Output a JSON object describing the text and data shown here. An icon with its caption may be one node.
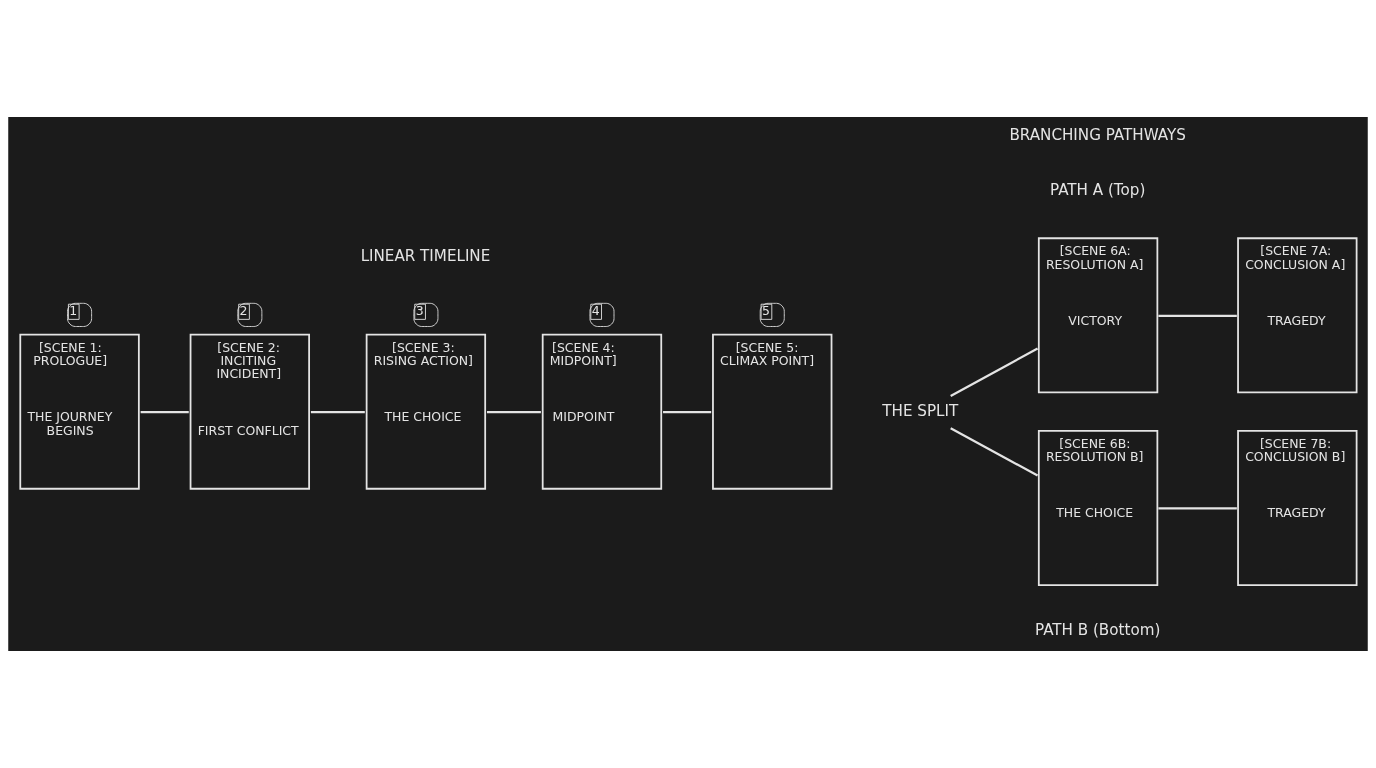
{
  "diagram": {
    "nodes": [
      {
        "text": [
          "[SCENE 1: PROLOGUE]",
          "THE JOURNEY BEGINS"
        ],
        "beside": [
          "1"
        ]
      },
      {
        "text": [
          "[SCENE 2: INCITING INCIDENT]",
          "FIRST CONFLICT"
        ],
        "beside": [
          "2"
        ]
      },
      {
        "text": [
          "[SCENE 3: RISING ACTION]",
          "THE CHOICE"
        ],
        "beside": [
          "3"
        ]
      },
      {
        "text": [
          "[SCENE 4: MIDPOINT]",
          "MIDPOINT"
        ],
        "beside": [
          "4"
        ]
      },
      {
        "text": [
          "[SCENE 5: CLIMAX POINT]"
        ],
        "beside": [
          "5"
        ]
      },
      {
        "text": [
          "THE SPLIT"
        ]
      },
      {
        "text": [
          "[SCENE 6A: RESOLUTION A]",
          "VICTORY"
        ]
      },
      {
        "text": [
          "[SCENE 7A: CONCLUSION A]",
          "TRAGEDY"
        ]
      },
      {
        "text": [
          "[SCENE 6B: RESOLUTION B]",
          "THE CHOICE"
        ]
      },
      {
        "text": [
          "[SCENE 7B: CONCLUSION B]",
          "TRAGEDY"
        ]
      }
    ],
    "edges": [
      {
        "from": 0,
        "to": 1,
        "arrow": "none"
      },
      {
        "from": 1,
        "to": 2,
        "arrow": "none"
      },
      {
        "from": 2,
        "to": 3,
        "arrow": "none"
      },
      {
        "from": 3,
        "to": 4,
        "arrow": "none"
      },
      {
        "from": 5,
        "to": 6,
        "arrow": "none"
      },
      {
        "from": 5,
        "to": 8,
        "arrow": "none"
      },
      {
        "from": 6,
        "to": 7,
        "arrow": "none"
      },
      {
        "from": 8,
        "to": 9,
        "arrow": "none"
      }
    ],
    "labels": [
      "LINEAR TIMELINE",
      "BRANCHING PATHWAYS",
      "PATH A (Top)",
      "PATH B (Bottom)"
    ]
  }
}
